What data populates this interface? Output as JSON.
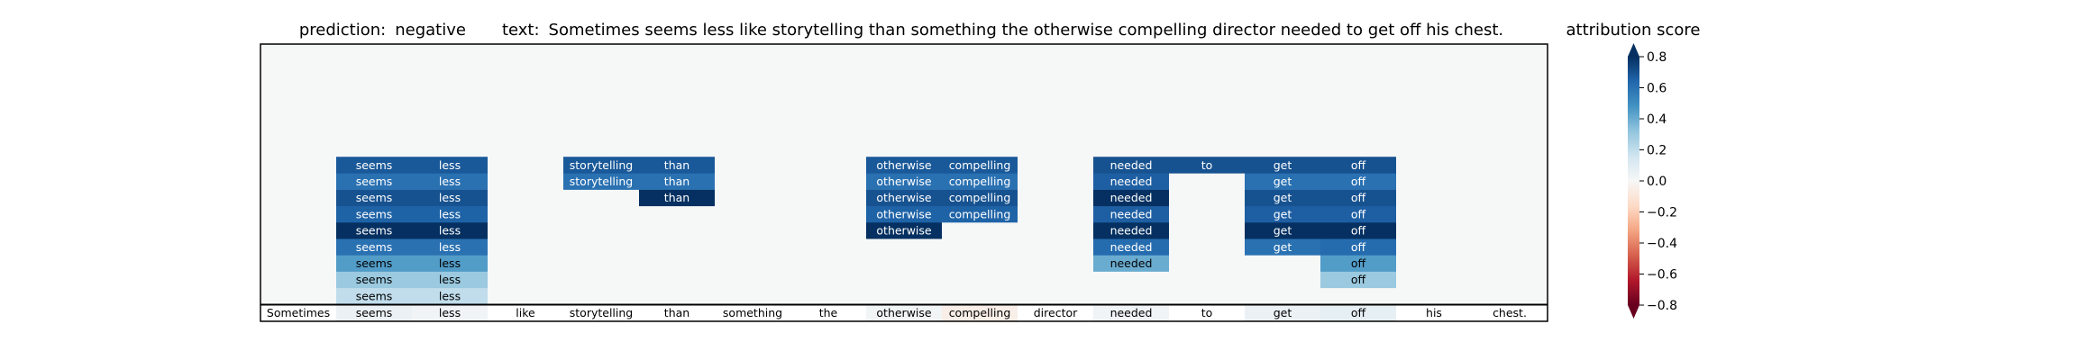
{
  "header": {
    "prediction_label": "prediction:",
    "prediction_value": "negative",
    "text_label": "text:",
    "text_value": "Sometimes seems less like storytelling than something the otherwise compelling director needed to get off his chest."
  },
  "colorbar": {
    "label": "attribution score",
    "ticks": [
      "0.8",
      "0.6",
      "0.4",
      "0.2",
      "0.0",
      "−0.2",
      "−0.4",
      "−0.6",
      "−0.8"
    ],
    "tick_values": [
      0.8,
      0.6,
      0.4,
      0.2,
      0.0,
      -0.2,
      -0.4,
      -0.6,
      -0.8
    ],
    "cmap": "RdBu",
    "extend": "both"
  },
  "chart_data": {
    "type": "heatmap",
    "tokens": [
      "Sometimes",
      "seems",
      "less",
      "like",
      "storytelling",
      "than",
      "something",
      "the",
      "otherwise",
      "compelling",
      "director",
      "needed",
      "to",
      "get",
      "off",
      "his",
      "chest."
    ],
    "base_scores": [
      0.0,
      0.05,
      0.03,
      0.0,
      0.0,
      0.0,
      0.0,
      0.0,
      0.02,
      -0.05,
      0.0,
      0.03,
      0.0,
      0.05,
      0.07,
      0.0,
      0.0
    ],
    "levels": [
      [
        0.0,
        0.2,
        0.2,
        0.0,
        0.0,
        0.0,
        0.0,
        0.0,
        0.0,
        0.0,
        0.0,
        0.0,
        0.0,
        0.0,
        0.0,
        0.0,
        0.0
      ],
      [
        0.0,
        0.3,
        0.3,
        0.0,
        0.0,
        0.0,
        0.0,
        0.0,
        0.0,
        0.0,
        0.0,
        0.0,
        0.0,
        0.0,
        0.3,
        0.0,
        0.0
      ],
      [
        0.0,
        0.45,
        0.45,
        0.0,
        0.0,
        0.0,
        0.0,
        0.0,
        0.0,
        0.0,
        0.0,
        0.4,
        0.0,
        0.0,
        0.45,
        0.0,
        0.0
      ],
      [
        0.0,
        0.6,
        0.6,
        0.0,
        0.0,
        0.0,
        0.0,
        0.0,
        0.0,
        0.0,
        0.0,
        0.62,
        0.0,
        0.6,
        0.62,
        0.0,
        0.0
      ],
      [
        0.0,
        0.9,
        0.9,
        0.0,
        0.0,
        0.0,
        0.0,
        0.0,
        0.85,
        0.0,
        0.0,
        0.9,
        0.0,
        0.9,
        0.9,
        0.0,
        0.0
      ],
      [
        0.0,
        0.65,
        0.65,
        0.0,
        0.0,
        0.0,
        0.0,
        0.0,
        0.65,
        0.65,
        0.0,
        0.66,
        0.0,
        0.66,
        0.66,
        0.0,
        0.0
      ],
      [
        0.0,
        0.7,
        0.7,
        0.0,
        0.0,
        0.8,
        0.0,
        0.0,
        0.7,
        0.7,
        0.0,
        0.82,
        0.0,
        0.7,
        0.7,
        0.0,
        0.0
      ],
      [
        0.0,
        0.6,
        0.6,
        0.0,
        0.6,
        0.6,
        0.0,
        0.0,
        0.6,
        0.6,
        0.0,
        0.66,
        0.0,
        0.6,
        0.6,
        0.0,
        0.0
      ],
      [
        0.0,
        0.68,
        0.68,
        0.0,
        0.68,
        0.68,
        0.0,
        0.0,
        0.68,
        0.68,
        0.0,
        0.7,
        0.7,
        0.7,
        0.7,
        0.0,
        0.0
      ]
    ],
    "vmin": -0.8,
    "vmax": 0.8
  }
}
